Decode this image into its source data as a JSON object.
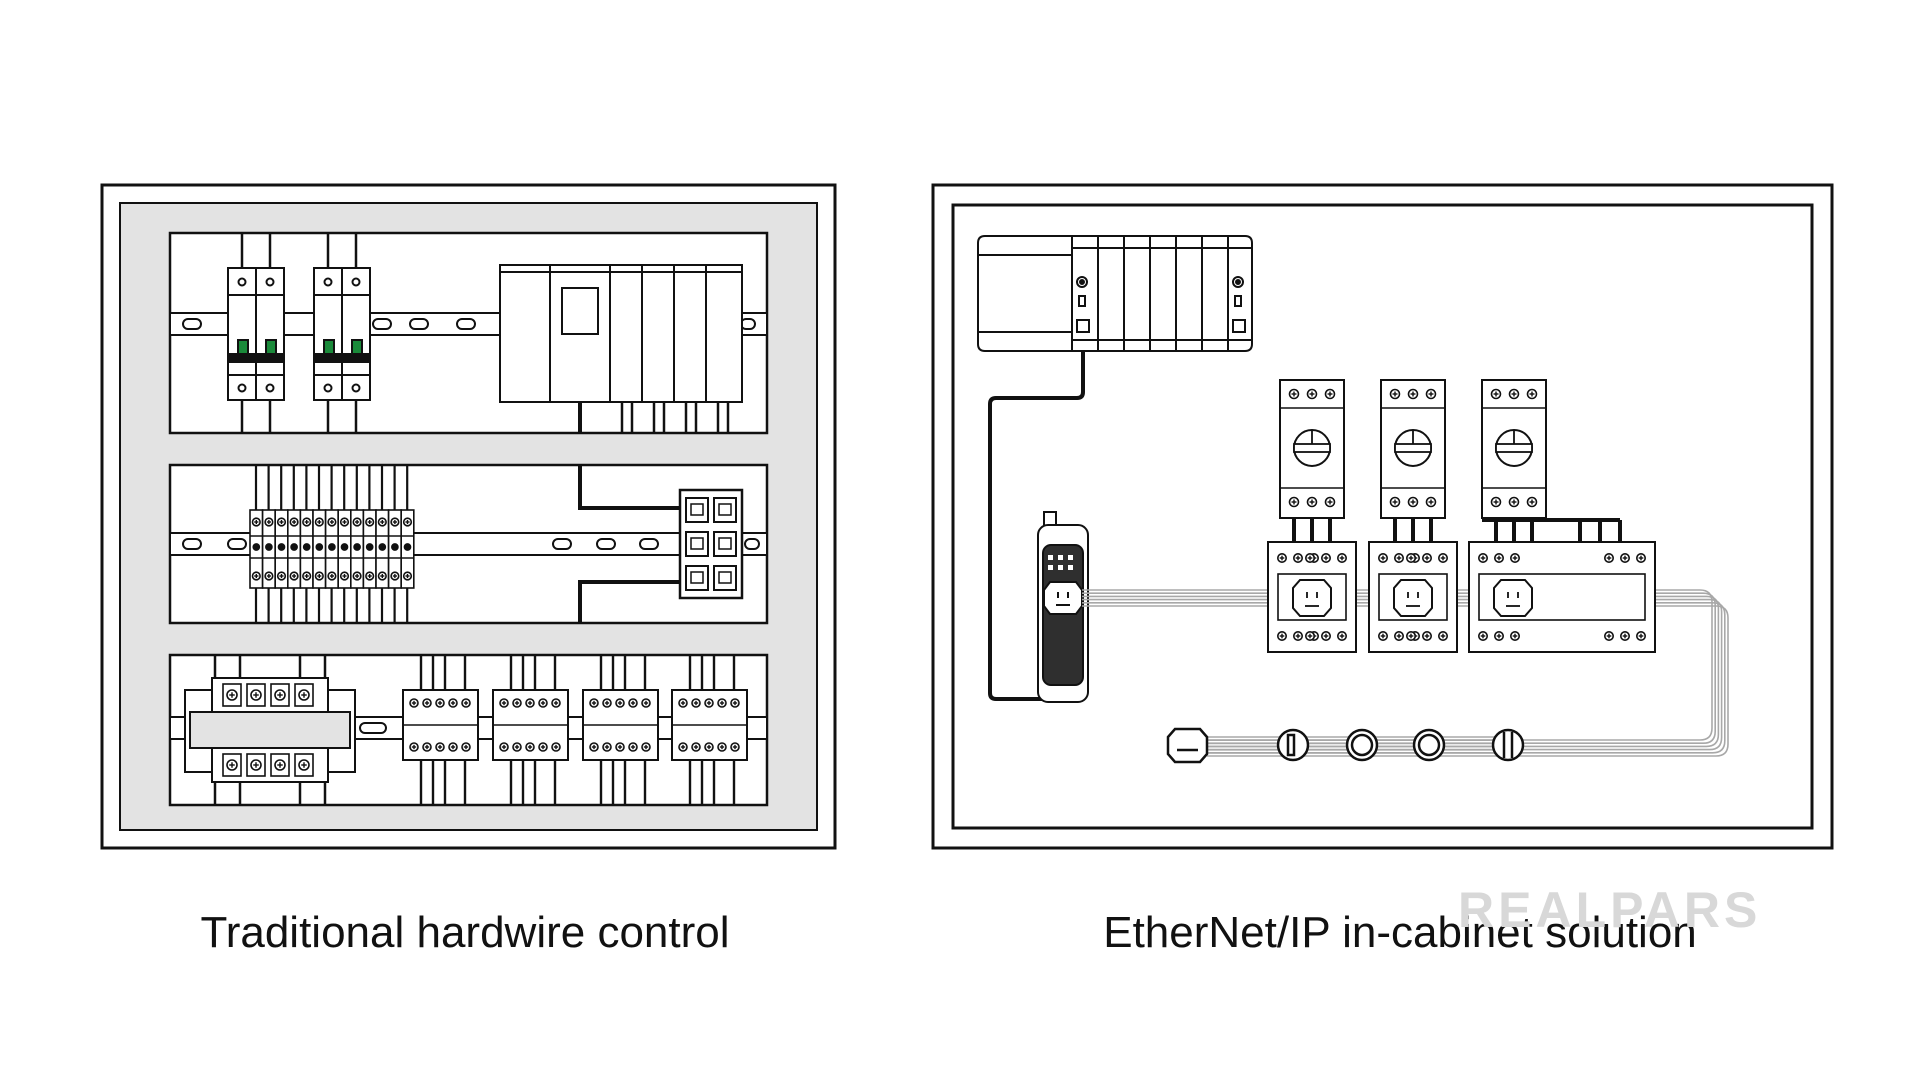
{
  "captions": {
    "left": "Traditional hardwire control",
    "right": "EtherNet/IP in-cabinet solution"
  },
  "watermark": "REALPARS",
  "colors": {
    "line": "#111111",
    "cabinet_fill": "#e3e3e3",
    "panel_fill": "#ffffff",
    "cable_gray": "#a8a8a8",
    "module_dark": "#2f2f2f"
  },
  "icons": [
    "circuit-breaker-icon",
    "plc-rack-icon",
    "terminal-block-icon",
    "ethernet-switch-icon",
    "contactor-icon",
    "motor-starter-icon",
    "io-block-icon",
    "pilot-light-icon"
  ]
}
